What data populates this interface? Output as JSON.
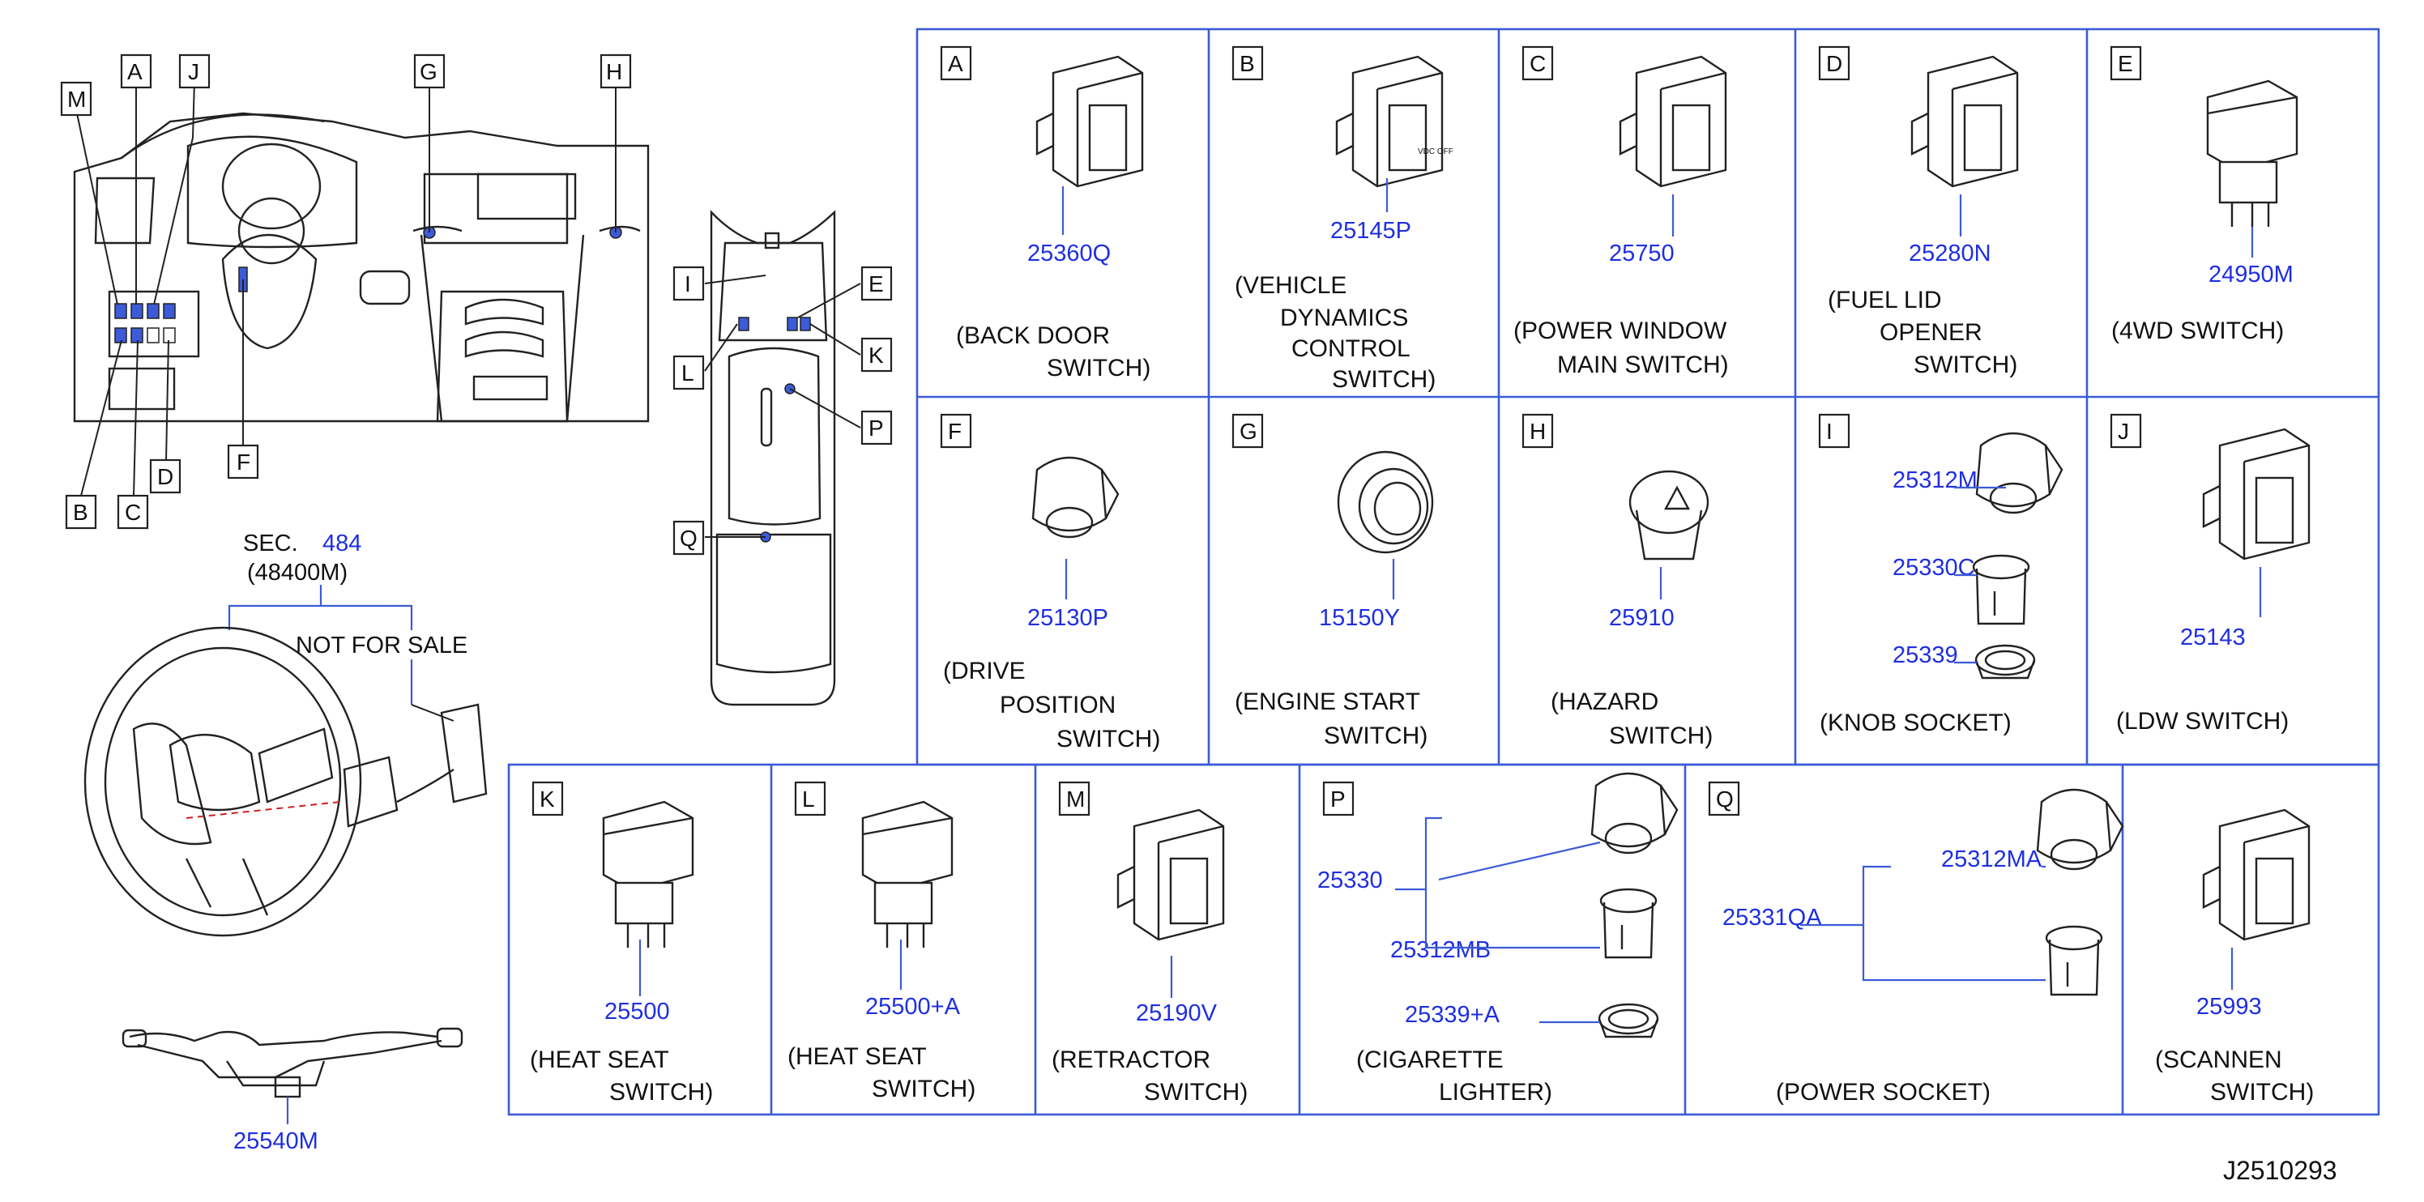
{
  "drawing_id": "J2510293",
  "overview": {
    "callouts": [
      "A",
      "B",
      "C",
      "D",
      "E",
      "F",
      "G",
      "H",
      "I",
      "J",
      "K",
      "L",
      "M",
      "P",
      "Q"
    ],
    "section_ref": {
      "sec_label": "SEC.",
      "sec_number": "484",
      "sub_number": "(48400M)"
    },
    "not_for_sale": "NOT   FOR   SALE",
    "combination_switch_part": "25540M"
  },
  "cells": [
    {
      "letter": "A",
      "parts": [
        "25360Q"
      ],
      "caption": [
        "(BACK   DOOR",
        "SWITCH)"
      ]
    },
    {
      "letter": "B",
      "parts": [
        "25145P"
      ],
      "caption": [
        "(VEHICLE",
        "DYNAMICS",
        "CONTROL",
        "SWITCH)"
      ]
    },
    {
      "letter": "C",
      "parts": [
        "25750"
      ],
      "caption": [
        "(POWER   WINDOW",
        "MAIN   SWITCH)"
      ]
    },
    {
      "letter": "D",
      "parts": [
        "25280N"
      ],
      "caption": [
        "(FUEL   LID",
        "OPENER",
        "SWITCH)"
      ]
    },
    {
      "letter": "E",
      "parts": [
        "24950M"
      ],
      "caption": [
        "(4WD   SWITCH)"
      ]
    },
    {
      "letter": "F",
      "parts": [
        "25130P"
      ],
      "caption": [
        "(DRIVE",
        "POSITION",
        "SWITCH)"
      ]
    },
    {
      "letter": "G",
      "parts": [
        "15150Y"
      ],
      "caption": [
        "(ENGINE   START",
        "SWITCH)"
      ]
    },
    {
      "letter": "H",
      "parts": [
        "25910"
      ],
      "caption": [
        "(HAZARD",
        "SWITCH)"
      ]
    },
    {
      "letter": "I",
      "parts": [
        "25312M",
        "25330C",
        "25339"
      ],
      "caption": [
        "(KNOB   SOCKET)"
      ]
    },
    {
      "letter": "J",
      "parts": [
        "25143"
      ],
      "caption": [
        "(LDW   SWITCH)"
      ]
    },
    {
      "letter": "K",
      "parts": [
        "25500"
      ],
      "caption": [
        "(HEAT   SEAT",
        "SWITCH)"
      ]
    },
    {
      "letter": "L",
      "parts": [
        "25500+A"
      ],
      "caption": [
        "(HEAT   SEAT",
        "SWITCH)"
      ]
    },
    {
      "letter": "M",
      "parts": [
        "25190V"
      ],
      "caption": [
        "(RETRACTOR",
        "SWITCH)"
      ]
    },
    {
      "letter": "P",
      "parts": [
        "25330",
        "25312MB",
        "25339+A"
      ],
      "caption": [
        "(CIGARETTE",
        "LIGHTER)"
      ]
    },
    {
      "letter": "Q",
      "parts": [
        "25331QA",
        "25312MA"
      ],
      "caption": [
        "(POWER   SOCKET)"
      ]
    },
    {
      "letter": "",
      "parts": [
        "25993"
      ],
      "caption": [
        "(SCANNEN",
        "SWITCH)"
      ]
    }
  ],
  "switch_labels": {
    "vdc_off": "VDC OFF"
  }
}
